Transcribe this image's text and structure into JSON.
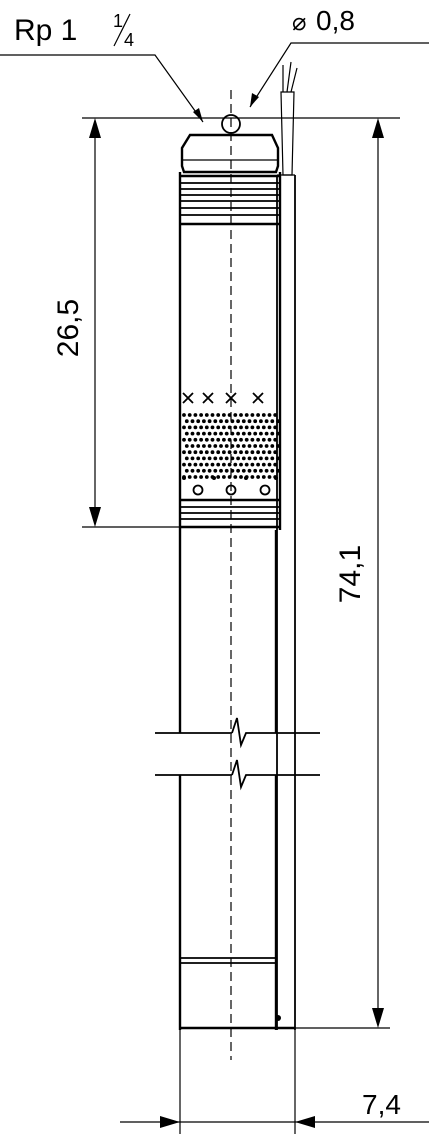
{
  "labels": {
    "thread_size": "Rp 1",
    "thread_fraction_num": "1",
    "thread_fraction_den": "4",
    "cable_diameter_symbol": "⌀",
    "cable_diameter_value": "0,8",
    "dim_pump_section": "26,5",
    "dim_overall_length": "74,1",
    "dim_diameter": "7,4"
  }
}
